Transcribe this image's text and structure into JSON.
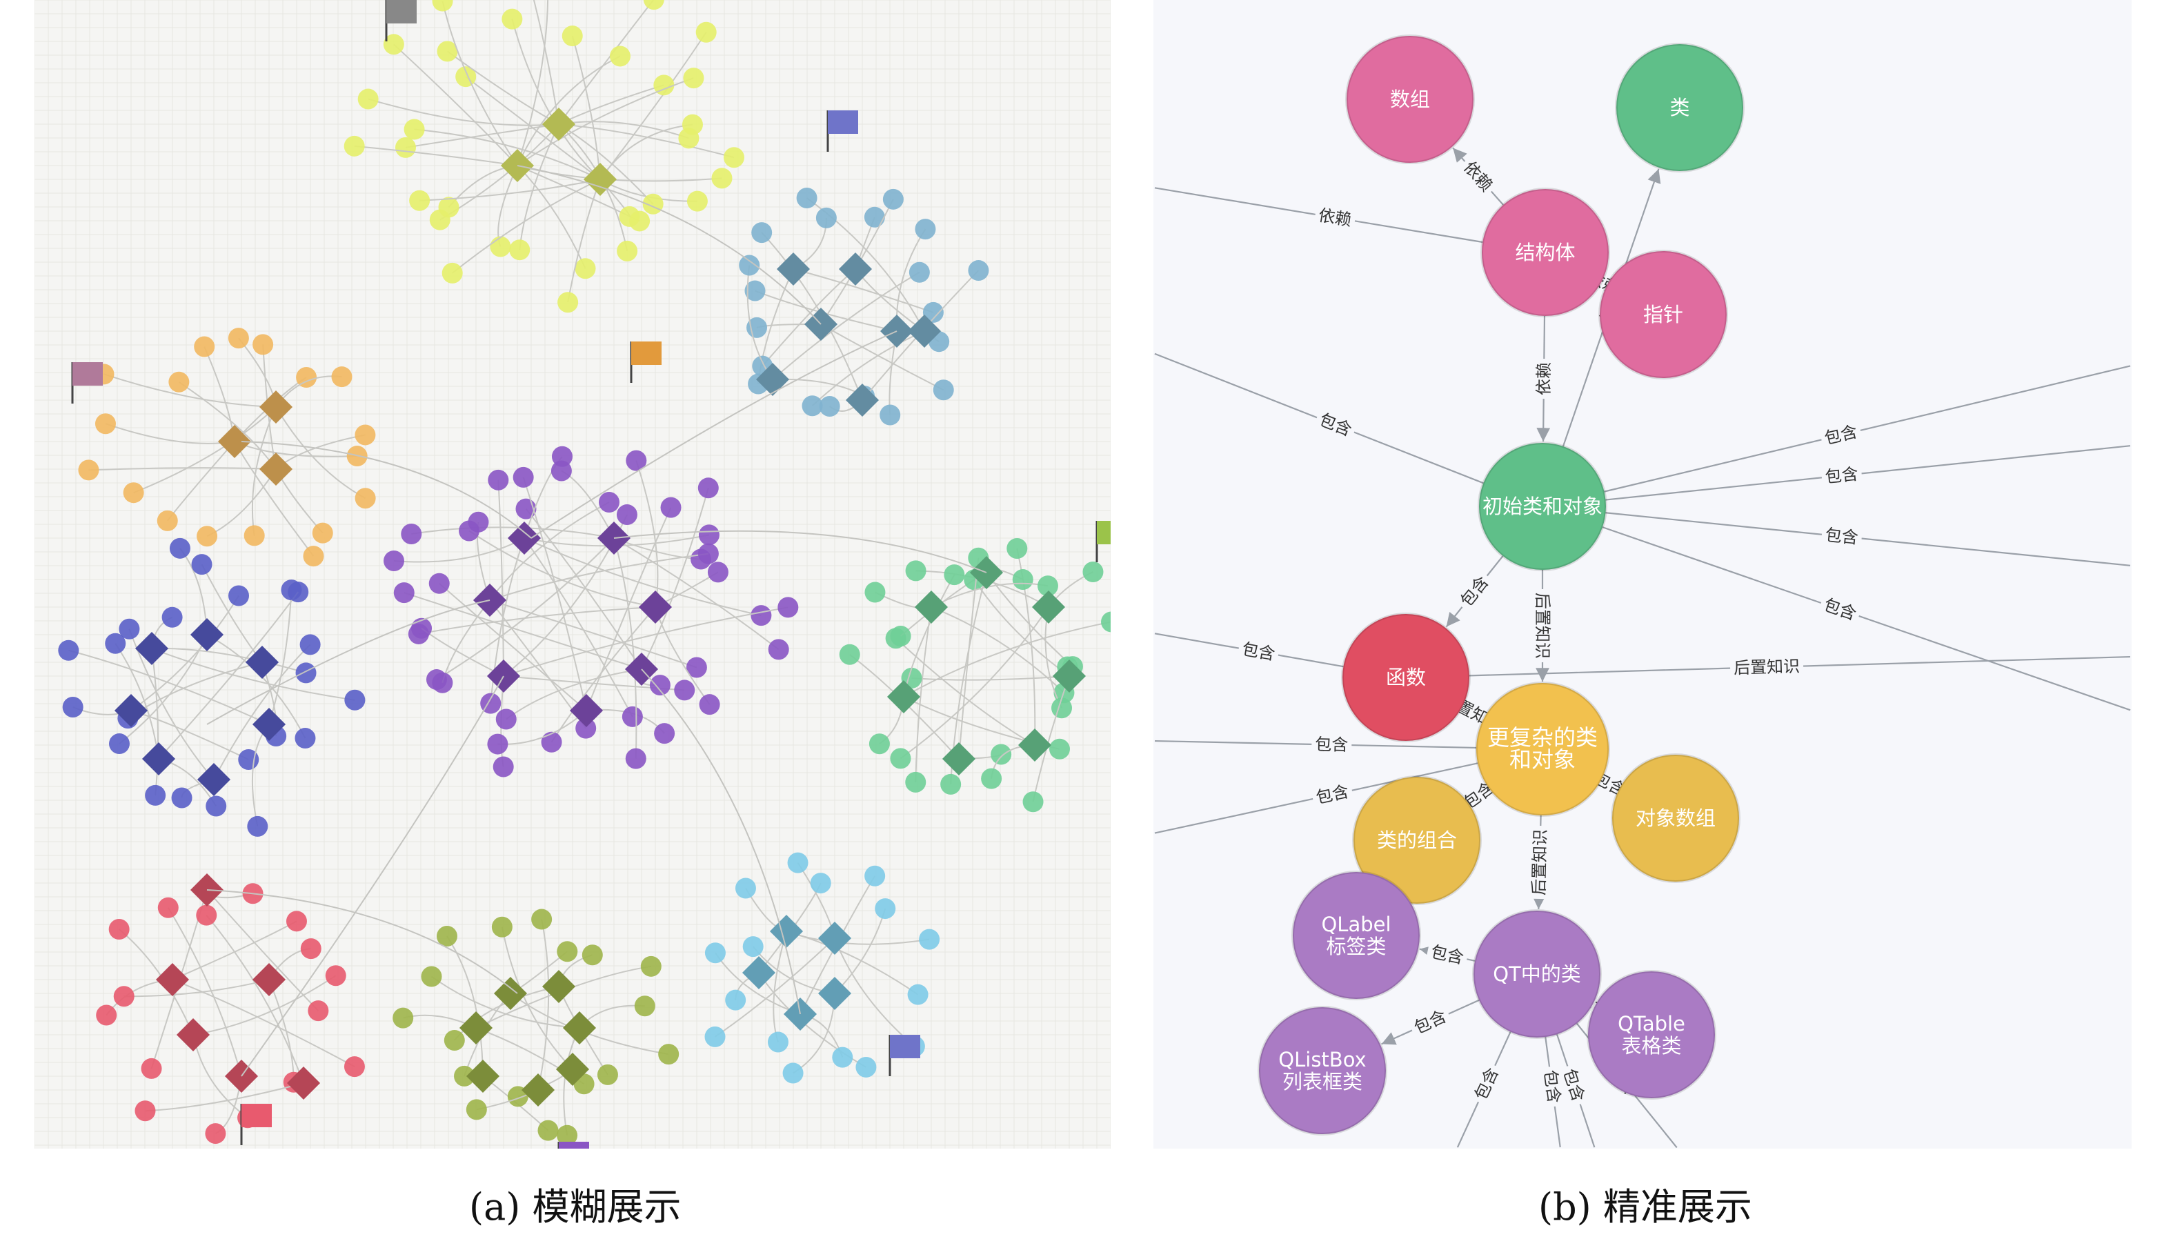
{
  "captions": {
    "a": "(a) 模糊展示",
    "b": "(b) 精准展示"
  },
  "colors": {
    "pink": "#e06c9f",
    "green": "#5fbf89",
    "red": "#e04e62",
    "yellow": "#f2c14e",
    "gold": "#e8bd4f",
    "purple": "#aa7bc4",
    "edge": "#9aa0a8"
  },
  "blurred_clusters": [
    {
      "name": "yellow-green",
      "color": "#e6ef6a"
    },
    {
      "name": "orange",
      "color": "#f2b860"
    },
    {
      "name": "purple",
      "color": "#8a55c4"
    },
    {
      "name": "blue-gray",
      "color": "#7fb3cf"
    },
    {
      "name": "indigo",
      "color": "#5a5fc8"
    },
    {
      "name": "green",
      "color": "#6fcf97"
    },
    {
      "name": "red",
      "color": "#e85a6e"
    },
    {
      "name": "olive",
      "color": "#9fb54a"
    },
    {
      "name": "sky",
      "color": "#7ecbe8"
    }
  ],
  "graph": {
    "nodes": [
      {
        "id": "shuzu",
        "label": "数组",
        "color": "#e06c9f"
      },
      {
        "id": "jiegouti",
        "label": "结构体",
        "color": "#e06c9f"
      },
      {
        "id": "zhizhen",
        "label": "指针",
        "color": "#e06c9f"
      },
      {
        "id": "lei",
        "label": "类",
        "color": "#5fbf89"
      },
      {
        "id": "chushi",
        "label": "初始类和对象",
        "color": "#5fbf89"
      },
      {
        "id": "hanshu",
        "label": "函数",
        "color": "#e04e62"
      },
      {
        "id": "gengfuza",
        "label": "更复杂的类和对象",
        "color": "#f2c14e"
      },
      {
        "id": "leizuhe",
        "label": "类的组合",
        "color": "#e8bd4f"
      },
      {
        "id": "duixiangshuzu",
        "label": "对象数组",
        "color": "#e8bd4f"
      },
      {
        "id": "qt",
        "label": "QT中的类",
        "color": "#aa7bc4"
      },
      {
        "id": "qlabel",
        "label": "QLabel标签类",
        "color": "#aa7bc4"
      },
      {
        "id": "qlistbox",
        "label": "QListBox列表框类",
        "color": "#aa7bc4"
      },
      {
        "id": "qtable",
        "label": "QTable表格类",
        "color": "#aa7bc4"
      }
    ],
    "edges": [
      {
        "from": "jiegouti",
        "to": "shuzu",
        "label": "依赖"
      },
      {
        "from": "jiegouti",
        "to": "zhizhen",
        "label": "依赖"
      },
      {
        "from": "jiegouti",
        "to": "chushi",
        "label": "依赖"
      },
      {
        "from": "chushi",
        "to": "lei",
        "label": "包含"
      },
      {
        "from": "chushi",
        "to": "hanshu",
        "label": "包含"
      },
      {
        "from": "chushi",
        "to": "gengfuza",
        "label": "后置知识"
      },
      {
        "from": "hanshu",
        "to": "gengfuza",
        "label": "后置知识"
      },
      {
        "from": "gengfuza",
        "to": "leizuhe",
        "label": "包含"
      },
      {
        "from": "gengfuza",
        "to": "duixiangshuzu",
        "label": "包含"
      },
      {
        "from": "gengfuza",
        "to": "qt",
        "label": "后置知识"
      },
      {
        "from": "qt",
        "to": "qlabel",
        "label": "包含"
      },
      {
        "from": "qt",
        "to": "qlistbox",
        "label": "包含"
      },
      {
        "from": "qt",
        "to": "qtable",
        "label": "包含"
      },
      {
        "from": "jiegouti",
        "to": "offleft",
        "label": "依赖"
      },
      {
        "from": "chushi",
        "to": "offleft",
        "label": "包含"
      },
      {
        "from": "chushi",
        "to": "offright",
        "label": "包含"
      },
      {
        "from": "chushi",
        "to": "offright",
        "label": "包含"
      },
      {
        "from": "chushi",
        "to": "offright",
        "label": "包含"
      },
      {
        "from": "chushi",
        "to": "offright",
        "label": "包含"
      },
      {
        "from": "hanshu",
        "to": "offleft",
        "label": "包含"
      },
      {
        "from": "hanshu",
        "to": "offright",
        "label": "后置知识"
      },
      {
        "from": "gengfuza",
        "to": "offleft",
        "label": "包含"
      },
      {
        "from": "gengfuza",
        "to": "offleft",
        "label": "包含"
      },
      {
        "from": "qt",
        "to": "offbottom",
        "label": "包含"
      },
      {
        "from": "qt",
        "to": "offbottom",
        "label": "包含"
      },
      {
        "from": "qt",
        "to": "offbottom",
        "label": "包含"
      },
      {
        "from": "qt",
        "to": "offbottom",
        "label": "包含"
      }
    ]
  }
}
